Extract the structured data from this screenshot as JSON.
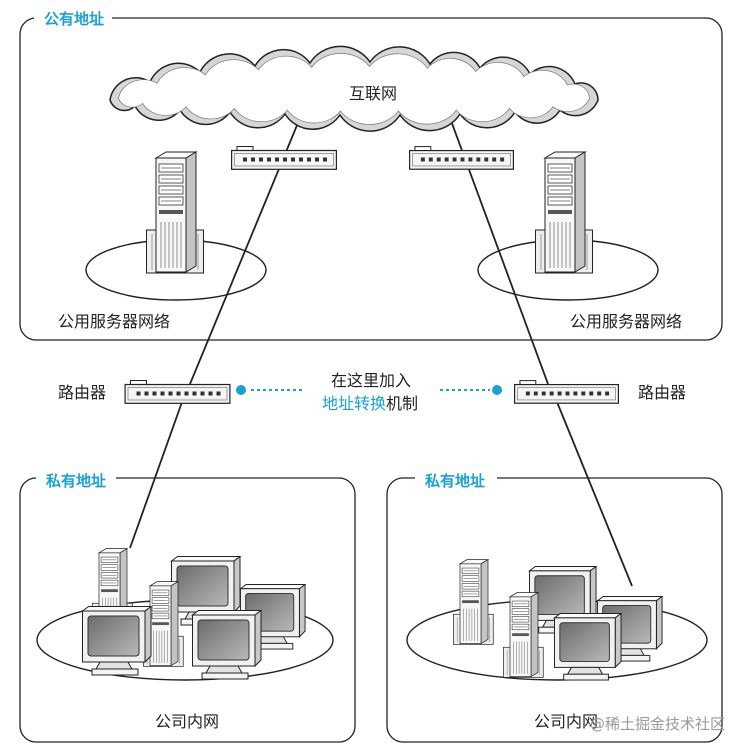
{
  "public_area": {
    "label": "公有地址",
    "internet_label": "互联网",
    "server_network_left": "公用服务器网络",
    "server_network_right": "公用服务器网络"
  },
  "routers": {
    "left_label": "路由器",
    "right_label": "路由器"
  },
  "nat_note": {
    "line1": "在这里加入",
    "line2_highlight": "地址转换",
    "line2_rest": "机制"
  },
  "private_areas": [
    {
      "label": "私有地址",
      "network_label": "公司内网"
    },
    {
      "label": "私有地址",
      "network_label": "公司内网"
    }
  ],
  "watermark": "@稀土掘金技术社区",
  "colors": {
    "accent": "#1ca0d6",
    "line": "#222222"
  },
  "icons": [
    "cloud-icon",
    "hub-icon",
    "server-icon",
    "monitor-icon",
    "router-icon"
  ]
}
